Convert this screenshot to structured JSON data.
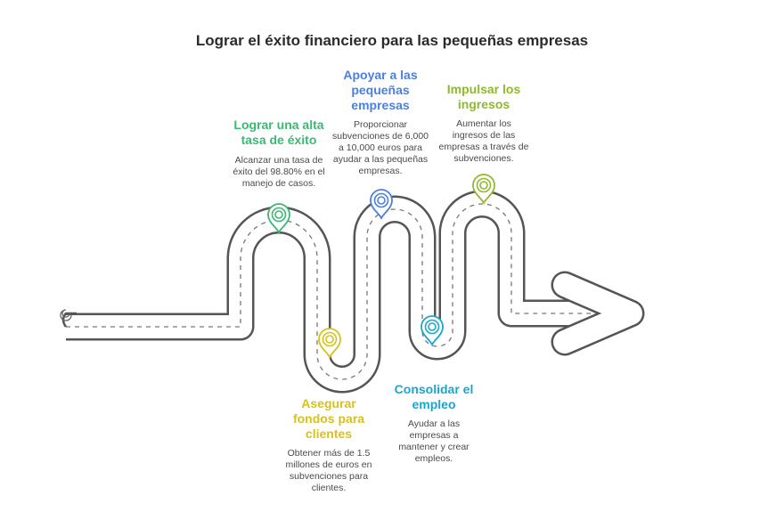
{
  "title": "Lograr el éxito financiero para las pequeñas empresas",
  "milestones": [
    {
      "label": "Lograr una alta tasa de éxito",
      "description": "Alcanzar una tasa de éxito del 98.80% en el manejo de casos.",
      "color": "#3bb873"
    },
    {
      "label": "Asegurar fondos para clientes",
      "description": "Obtener más de 1.5 millones de euros en subvenciones para clientes.",
      "color": "#d6c21b"
    },
    {
      "label": "Apoyar a las pequeñas empresas",
      "description": "Proporcionar subvenciones de 6,000 a 10,000 euros para ayudar a las pequeñas empresas.",
      "color": "#4a7fe0"
    },
    {
      "label": "Consolidar el empleo",
      "description": "Ayudar a las empresas a mantener y crear empleos.",
      "color": "#1ba6cc"
    },
    {
      "label": "Impulsar los ingresos",
      "description": "Aumentar los ingresos de las empresas a través de subvenciones.",
      "color": "#8fb92e"
    }
  ],
  "road": {
    "stroke_color": "#555555",
    "fill_color": "#ffffff"
  }
}
